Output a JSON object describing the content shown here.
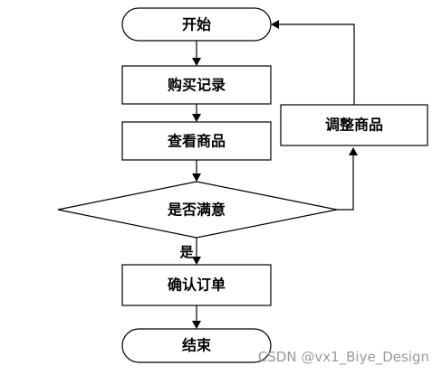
{
  "nodes": {
    "start": "开始",
    "records": "购买记录",
    "view": "查看商品",
    "decision": "是否满意",
    "confirm": "确认订单",
    "end": "结束",
    "adjust": "调整商品"
  },
  "branches": {
    "yes": "是"
  },
  "watermark": "CSDN @vx1_Biye_Design"
}
